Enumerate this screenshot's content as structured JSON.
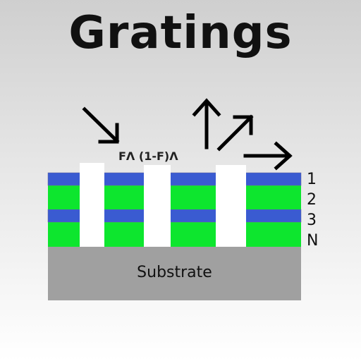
{
  "title": "Gratings",
  "fill_factor_label": "FΛ (1-F)Λ",
  "layers": [
    "1",
    "2",
    "3",
    "N"
  ],
  "substrate_label": "Substrate",
  "colors": {
    "blue_layer": "#3a5bd1",
    "green_layer": "#0de62e",
    "substrate": "#a0a0a0",
    "groove": "#ffffff",
    "arrow": "#000000"
  },
  "icons": [
    "incident-arrow-icon",
    "reflected-up-arrow-icon",
    "diagonal-up-arrow-icon",
    "right-arrow-icon"
  ]
}
